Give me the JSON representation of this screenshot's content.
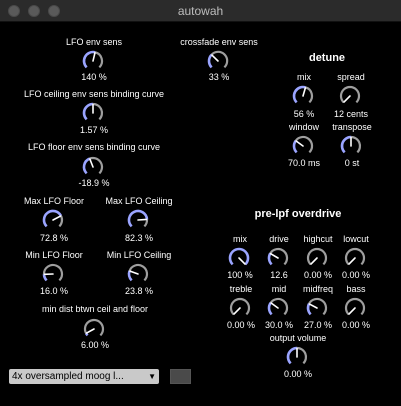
{
  "window": {
    "title": "autowah"
  },
  "colors": {
    "accent": "#9aa4ff",
    "track": "#9e9e9e",
    "background": "#000000"
  },
  "sections": {
    "detune": "detune",
    "overdrive": "pre-lpf overdrive"
  },
  "knobs": {
    "lfo_env_sens": {
      "label": "LFO env sens",
      "value": "140 %",
      "level": 0.55
    },
    "crossfade_env_sens": {
      "label": "crossfade env sens",
      "value": "33 %",
      "level": 0.33
    },
    "lfo_ceiling_curve": {
      "label": "LFO ceiling env sens binding curve",
      "value": "1.57 %",
      "level": 0.5
    },
    "lfo_floor_curve": {
      "label": "LFO floor env sens binding curve",
      "value": "-18.9 %",
      "level": 0.42
    },
    "max_lfo_floor": {
      "label": "Max LFO Floor",
      "value": "72.8 %",
      "level": 0.73
    },
    "max_lfo_ceiling": {
      "label": "Max LFO Ceiling",
      "value": "82.3 %",
      "level": 0.82
    },
    "min_lfo_floor": {
      "label": "Min LFO Floor",
      "value": "16.0 %",
      "level": 0.16
    },
    "min_lfo_ceiling": {
      "label": "Min LFO Ceiling",
      "value": "23.8 %",
      "level": 0.24
    },
    "min_dist": {
      "label": "min dist btwn ceil and floor",
      "value": "6.00 %",
      "level": 0.06
    },
    "detune_mix": {
      "label": "mix",
      "value": "56 %",
      "level": 0.56
    },
    "detune_spread": {
      "label": "spread",
      "value": "12 cents",
      "level": 0.0
    },
    "detune_window": {
      "label": "window",
      "value": "70.0 ms",
      "level": 0.3
    },
    "detune_transpose": {
      "label": "transpose",
      "value": "0 st",
      "level": 0.5
    },
    "od_mix": {
      "label": "mix",
      "value": "100 %",
      "level": 1.0
    },
    "od_drive": {
      "label": "drive",
      "value": "12.6",
      "level": 0.28
    },
    "od_highcut": {
      "label": "highcut",
      "value": "0.00 %",
      "level": 0.0
    },
    "od_lowcut": {
      "label": "lowcut",
      "value": "0.00 %",
      "level": 0.0
    },
    "od_treble": {
      "label": "treble",
      "value": "0.00 %",
      "level": 0.0
    },
    "od_mid": {
      "label": "mid",
      "value": "30.0 %",
      "level": 0.3
    },
    "od_midfreq": {
      "label": "midfreq",
      "value": "27.0 %",
      "level": 0.27
    },
    "od_bass": {
      "label": "bass",
      "value": "0.00 %",
      "level": 0.0
    },
    "od_output": {
      "label": "output volume",
      "value": "0.00 %",
      "level": 0.5
    }
  },
  "mode_select": {
    "value": "4x oversampled moog l..."
  }
}
